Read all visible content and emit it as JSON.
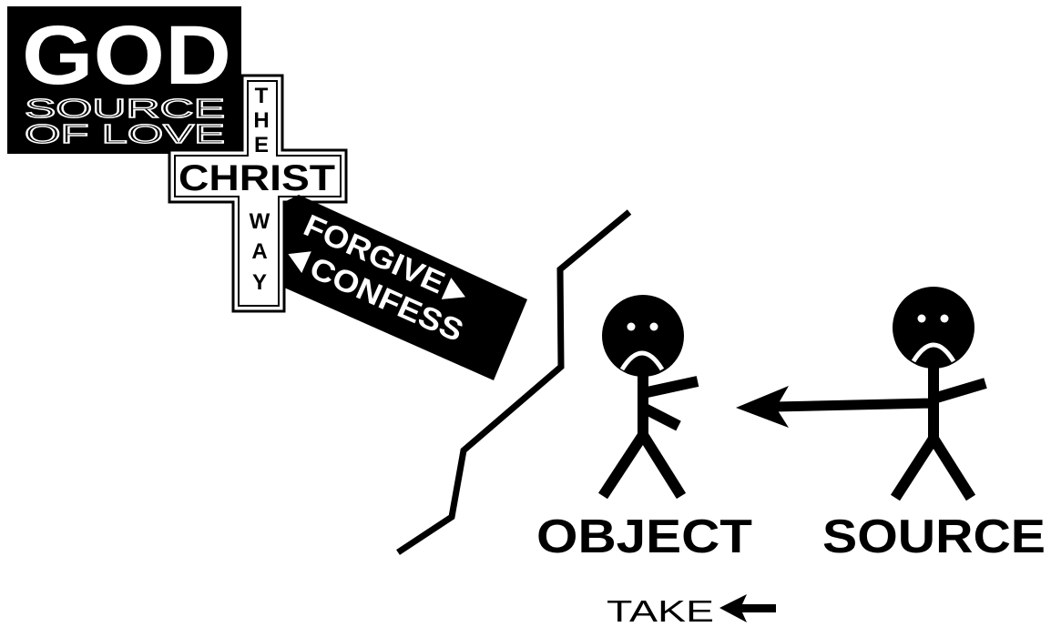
{
  "god_box": {
    "title": "GOD",
    "subtitle_line1": "SOURCE",
    "subtitle_line2": "OF LOVE"
  },
  "cross": {
    "vertical_letters": [
      "T",
      "H",
      "E"
    ],
    "crossbar": "CHRIST",
    "lower_letters": [
      "W",
      "A",
      "Y"
    ]
  },
  "banner": {
    "line1": "FORGIVE",
    "line2": "CONFESS"
  },
  "figures": {
    "object_label": "OBJECT",
    "source_label": "SOURCE"
  },
  "legend": {
    "take_label": "TAKE"
  },
  "colors": {
    "ink": "#000000",
    "paper": "#ffffff"
  }
}
